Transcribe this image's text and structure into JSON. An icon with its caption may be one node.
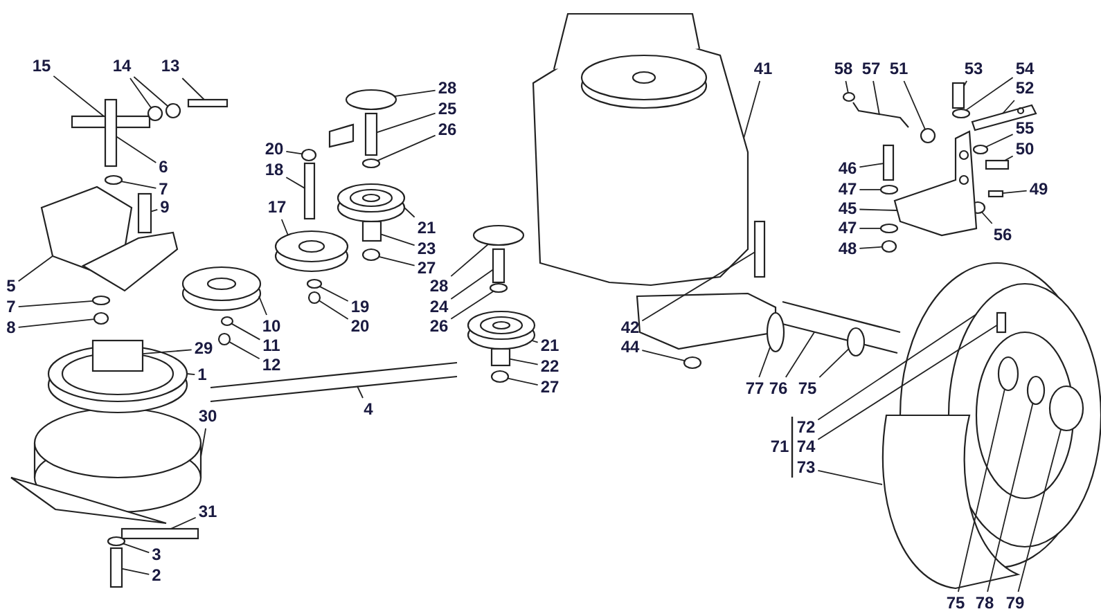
{
  "diagram": {
    "nodes": [
      {
        "text": [
          "15"
        ]
      },
      {
        "text": [
          "14"
        ]
      },
      {
        "text": [
          "13"
        ]
      },
      {
        "text": [
          "6"
        ]
      },
      {
        "text": [
          "7"
        ]
      },
      {
        "text": [
          "9"
        ]
      },
      {
        "text": [
          "5"
        ]
      },
      {
        "text": [
          "7"
        ]
      },
      {
        "text": [
          "8"
        ]
      },
      {
        "text": [
          "29"
        ]
      },
      {
        "text": [
          "1"
        ]
      },
      {
        "text": [
          "10"
        ]
      },
      {
        "text": [
          "11"
        ]
      },
      {
        "text": [
          "12"
        ]
      },
      {
        "text": [
          "4"
        ]
      },
      {
        "text": [
          "30"
        ]
      },
      {
        "text": [
          "31"
        ]
      },
      {
        "text": [
          "3"
        ]
      },
      {
        "text": [
          "2"
        ]
      },
      {
        "text": [
          "20"
        ]
      },
      {
        "text": [
          "18"
        ]
      },
      {
        "text": [
          "17"
        ]
      },
      {
        "text": [
          "19"
        ]
      },
      {
        "text": [
          "20"
        ]
      },
      {
        "text": [
          "28"
        ]
      },
      {
        "text": [
          "25"
        ]
      },
      {
        "text": [
          "26"
        ]
      },
      {
        "text": [
          "21"
        ]
      },
      {
        "text": [
          "23"
        ]
      },
      {
        "text": [
          "27"
        ]
      },
      {
        "text": [
          "28"
        ]
      },
      {
        "text": [
          "24"
        ]
      },
      {
        "text": [
          "26"
        ]
      },
      {
        "text": [
          "21"
        ]
      },
      {
        "text": [
          "22"
        ]
      },
      {
        "text": [
          "27"
        ]
      },
      {
        "text": [
          "41"
        ]
      },
      {
        "text": [
          "58"
        ]
      },
      {
        "text": [
          "57"
        ]
      },
      {
        "text": [
          "51"
        ]
      },
      {
        "text": [
          "53"
        ]
      },
      {
        "text": [
          "54"
        ]
      },
      {
        "text": [
          "52"
        ]
      },
      {
        "text": [
          "55"
        ]
      },
      {
        "text": [
          "50"
        ]
      },
      {
        "text": [
          "49"
        ]
      },
      {
        "text": [
          "56"
        ]
      },
      {
        "text": [
          "46"
        ]
      },
      {
        "text": [
          "47"
        ]
      },
      {
        "text": [
          "45"
        ]
      },
      {
        "text": [
          "47"
        ]
      },
      {
        "text": [
          "48"
        ]
      },
      {
        "text": [
          "42"
        ]
      },
      {
        "text": [
          "44"
        ]
      },
      {
        "text": [
          "77"
        ]
      },
      {
        "text": [
          "76"
        ]
      },
      {
        "text": [
          "75"
        ]
      },
      {
        "text": [
          "72"
        ]
      },
      {
        "text": [
          "74"
        ]
      },
      {
        "text": [
          "73"
        ]
      },
      {
        "text": [
          "75"
        ]
      },
      {
        "text": [
          "78"
        ]
      },
      {
        "text": [
          "79"
        ]
      },
      {
        "text": [],
        "shape": "box"
      },
      {
        "text": [],
        "shape": "circle"
      },
      {
        "text": [],
        "shape": "circle"
      },
      {
        "text": [],
        "shape": "box"
      },
      {
        "text": [],
        "shape": "box"
      },
      {
        "text": [],
        "shape": "circle"
      },
      {
        "text": [],
        "shape": "box"
      },
      {
        "text": [],
        "shape": "circle"
      },
      {
        "text": [],
        "shape": "circle"
      },
      {
        "text": [],
        "shape": "box"
      },
      {
        "text": [],
        "shape": "circle"
      },
      {
        "text": [],
        "shape": "circle"
      },
      {
        "text": [],
        "shape": "box"
      },
      {
        "text": [],
        "shape": "circle"
      },
      {
        "text": [],
        "shape": "box"
      },
      {
        "text": [],
        "shape": "circle"
      },
      {
        "text": [],
        "shape": "box"
      },
      {
        "text": [],
        "shape": "circle"
      },
      {
        "text": [],
        "shape": "circle"
      },
      {
        "text": [],
        "shape": "circle"
      },
      {
        "text": [],
        "shape": "box"
      },
      {
        "text": [],
        "shape": "circle"
      },
      {
        "text": [],
        "shape": "box"
      },
      {
        "text": [],
        "shape": "circle"
      },
      {
        "text": [],
        "shape": "circle"
      },
      {
        "text": [],
        "shape": "box"
      },
      {
        "text": [],
        "shape": "circle"
      },
      {
        "text": [],
        "shape": "box"
      },
      {
        "text": [],
        "shape": "circle"
      },
      {
        "text": [],
        "shape": "circle"
      },
      {
        "text": [],
        "shape": "circle"
      },
      {
        "text": [],
        "shape": "box"
      },
      {
        "text": [],
        "shape": "circle"
      },
      {
        "text": [],
        "shape": "circle"
      },
      {
        "text": [],
        "shape": "box"
      },
      {
        "text": [],
        "shape": "box"
      },
      {
        "text": [],
        "shape": "circle"
      },
      {
        "text": [],
        "shape": "box"
      },
      {
        "text": [],
        "shape": "circle"
      },
      {
        "text": [],
        "shape": "picture"
      },
      {
        "text": [],
        "shape": "circle"
      },
      {
        "text": [],
        "shape": "circle"
      },
      {
        "text": [],
        "shape": "box"
      },
      {
        "text": [],
        "shape": "circle"
      },
      {
        "text": [],
        "shape": "circle",
        "in": 124
      },
      {
        "text": [],
        "shape": "circle"
      },
      {
        "text": [],
        "shape": "box",
        "in": 125
      },
      {
        "text": [],
        "shape": "circle",
        "in": 125
      },
      {
        "text": [],
        "shape": "circle",
        "in": 125
      },
      {
        "text": [],
        "shape": "circle",
        "in": 125
      },
      {
        "text": [],
        "shape": "picture"
      },
      {
        "text": [],
        "shape": "picture"
      },
      {
        "text": [],
        "shape": "picture"
      },
      {
        "text": [],
        "shape": "picture"
      },
      {
        "text": [],
        "shape": "picture"
      },
      {
        "text": [],
        "shape": "picture"
      },
      {
        "text": [],
        "shape": "picture"
      },
      {
        "text": [],
        "shape": "picture"
      },
      {
        "text": [],
        "shape": "picture"
      },
      {
        "text": [],
        "shape": "picture"
      },
      {
        "text": [],
        "shape": "picture"
      },
      {
        "text": [],
        "shape": "picture"
      },
      {
        "text": [],
        "shape": "picture"
      },
      {
        "text": [],
        "shape": "picture"
      }
    ],
    "edges": [
      {
        "from": 0,
        "to": 63,
        "arrow": "none"
      },
      {
        "from": 1,
        "to": 64,
        "arrow": "none"
      },
      {
        "from": 1,
        "to": 65,
        "arrow": "none"
      },
      {
        "from": 2,
        "to": 66,
        "arrow": "none"
      },
      {
        "from": 3,
        "to": 67,
        "arrow": "none"
      },
      {
        "from": 4,
        "to": 68,
        "arrow": "none"
      },
      {
        "from": 5,
        "to": 69,
        "arrow": "none"
      },
      {
        "from": 6,
        "to": 115,
        "arrow": "none"
      },
      {
        "from": 7,
        "to": 70,
        "arrow": "none"
      },
      {
        "from": 8,
        "to": 71,
        "arrow": "none"
      },
      {
        "from": 9,
        "to": 72,
        "arrow": "none"
      },
      {
        "from": 10,
        "to": 120,
        "arrow": "none"
      },
      {
        "from": 11,
        "to": 116,
        "arrow": "none"
      },
      {
        "from": 12,
        "to": 73,
        "arrow": "none"
      },
      {
        "from": 13,
        "to": 74,
        "arrow": "none"
      },
      {
        "from": 14,
        "to": 118,
        "arrow": "none"
      },
      {
        "from": 15,
        "to": 119,
        "arrow": "none"
      },
      {
        "from": 16,
        "to": 75,
        "arrow": "none"
      },
      {
        "from": 17,
        "to": 76,
        "arrow": "none"
      },
      {
        "from": 18,
        "to": 77,
        "arrow": "none"
      },
      {
        "from": 19,
        "to": 78,
        "arrow": "none"
      },
      {
        "from": 20,
        "to": 79,
        "arrow": "none"
      },
      {
        "from": 21,
        "to": 117,
        "arrow": "none"
      },
      {
        "from": 22,
        "to": 80,
        "arrow": "none"
      },
      {
        "from": 23,
        "to": 81,
        "arrow": "none"
      },
      {
        "from": 24,
        "to": 82,
        "arrow": "none"
      },
      {
        "from": 25,
        "to": 83,
        "arrow": "none"
      },
      {
        "from": 26,
        "to": 84,
        "arrow": "none"
      },
      {
        "from": 27,
        "to": 121,
        "arrow": "none"
      },
      {
        "from": 28,
        "to": 85,
        "arrow": "none"
      },
      {
        "from": 29,
        "to": 86,
        "arrow": "none"
      },
      {
        "from": 30,
        "to": 87,
        "arrow": "none"
      },
      {
        "from": 31,
        "to": 88,
        "arrow": "none"
      },
      {
        "from": 32,
        "to": 89,
        "arrow": "none"
      },
      {
        "from": 33,
        "to": 123,
        "arrow": "none"
      },
      {
        "from": 34,
        "to": 90,
        "arrow": "none"
      },
      {
        "from": 35,
        "to": 91,
        "arrow": "none"
      },
      {
        "from": 36,
        "to": 122,
        "arrow": "none"
      },
      {
        "from": 37,
        "to": 92,
        "arrow": "none"
      },
      {
        "from": 38,
        "to": 114,
        "arrow": "none"
      },
      {
        "from": 39,
        "to": 93,
        "arrow": "none"
      },
      {
        "from": 40,
        "to": 94,
        "arrow": "none"
      },
      {
        "from": 41,
        "to": 95,
        "arrow": "none"
      },
      {
        "from": 42,
        "to": 113,
        "arrow": "none"
      },
      {
        "from": 43,
        "to": 96,
        "arrow": "none"
      },
      {
        "from": 44,
        "to": 97,
        "arrow": "none"
      },
      {
        "from": 45,
        "to": 98,
        "arrow": "none"
      },
      {
        "from": 46,
        "to": 99,
        "arrow": "none"
      },
      {
        "from": 47,
        "to": 100,
        "arrow": "none"
      },
      {
        "from": 48,
        "to": 101,
        "arrow": "none"
      },
      {
        "from": 49,
        "to": 102,
        "arrow": "none"
      },
      {
        "from": 50,
        "to": 103,
        "arrow": "none"
      },
      {
        "from": 51,
        "to": 104,
        "arrow": "none"
      },
      {
        "from": 52,
        "to": 105,
        "arrow": "none"
      },
      {
        "from": 53,
        "to": 106,
        "arrow": "none"
      },
      {
        "from": 54,
        "to": 107,
        "arrow": "none"
      },
      {
        "from": 55,
        "to": 124,
        "arrow": "none"
      },
      {
        "from": 56,
        "to": 108,
        "arrow": "none"
      },
      {
        "from": 57,
        "to": 125,
        "arrow": "none"
      },
      {
        "from": 58,
        "to": 109,
        "arrow": "none"
      },
      {
        "from": 59,
        "to": 126,
        "arrow": "none"
      },
      {
        "from": 60,
        "to": 110,
        "arrow": "none"
      },
      {
        "from": 61,
        "to": 111,
        "arrow": "none"
      },
      {
        "from": 62,
        "to": 112,
        "arrow": "none"
      }
    ],
    "labels": [
      "71"
    ]
  }
}
